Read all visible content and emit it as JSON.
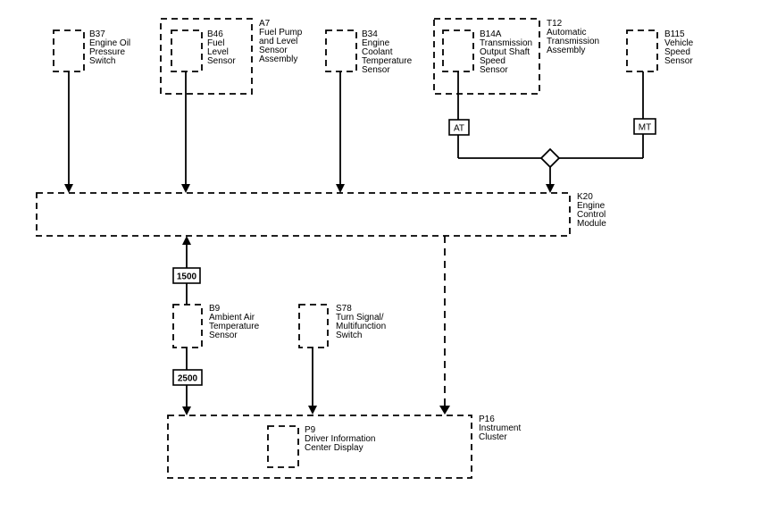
{
  "components": {
    "b37": {
      "id": "B37",
      "name": [
        "Engine Oil",
        "Pressure",
        "Switch"
      ]
    },
    "b46": {
      "id": "B46",
      "name": [
        "Fuel",
        "Level",
        "Sensor"
      ]
    },
    "a7": {
      "id": "A7",
      "name": [
        "Fuel Pump",
        "and Level",
        "Sensor",
        "Assembly"
      ]
    },
    "b34": {
      "id": "B34",
      "name": [
        "Engine",
        "Coolant",
        "Temperature",
        "Sensor"
      ]
    },
    "b14a": {
      "id": "B14A",
      "name": [
        "Transmission",
        "Output Shaft",
        "Speed",
        "Sensor"
      ]
    },
    "t12": {
      "id": "T12",
      "name": [
        "Automatic",
        "Transmission",
        "Assembly"
      ]
    },
    "b115": {
      "id": "B115",
      "name": [
        "Vehicle",
        "Speed",
        "Sensor"
      ]
    },
    "k20": {
      "id": "K20",
      "name": [
        "Engine",
        "Control",
        "Module"
      ]
    },
    "b9": {
      "id": "B9",
      "name": [
        "Ambient Air",
        "Temperature",
        "Sensor"
      ]
    },
    "s78": {
      "id": "S78",
      "name": [
        "Turn Signal/",
        "Multifunction",
        "Switch"
      ]
    },
    "p16": {
      "id": "P16",
      "name": [
        "Instrument",
        "Cluster"
      ]
    },
    "p9": {
      "id": "P9",
      "name": [
        "Driver Information",
        "Center Display"
      ]
    }
  },
  "tags": {
    "at": "AT",
    "mt": "MT",
    "t1500": "1500",
    "t2500": "2500"
  }
}
